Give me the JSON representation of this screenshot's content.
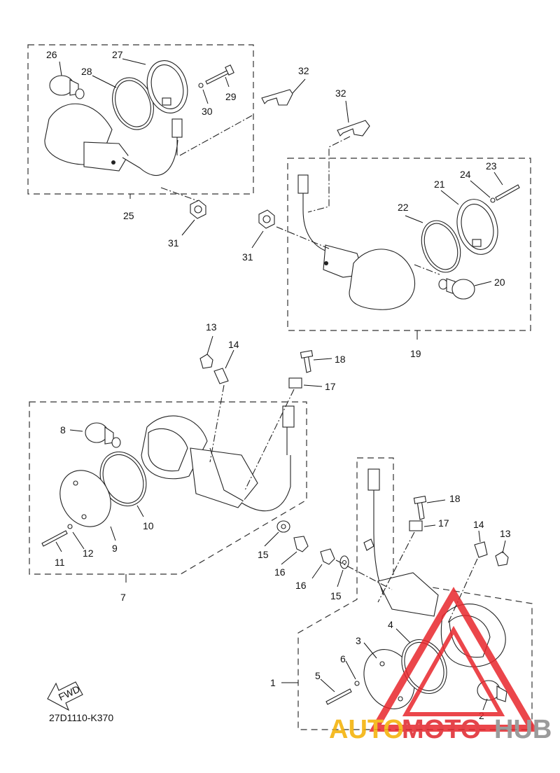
{
  "diagram": {
    "code": "27D1110-K370",
    "fwd": "FWD",
    "labels": {
      "p1": "1",
      "p2": "2",
      "p3": "3",
      "p4": "4",
      "p5": "5",
      "p6": "6",
      "p7": "7",
      "p8": "8",
      "p9": "9",
      "p10": "10",
      "p11": "11",
      "p12": "12",
      "p13a": "13",
      "p13b": "13",
      "p14a": "14",
      "p14b": "14",
      "p15a": "15",
      "p15b": "15",
      "p16a": "16",
      "p16b": "16",
      "p17a": "17",
      "p17b": "17",
      "p18a": "18",
      "p18b": "18",
      "p19": "19",
      "p20": "20",
      "p21": "21",
      "p22": "22",
      "p23": "23",
      "p24": "24",
      "p25": "25",
      "p26": "26",
      "p27": "27",
      "p28": "28",
      "p29": "29",
      "p30": "30",
      "p31a": "31",
      "p31b": "31",
      "p32a": "32",
      "p32b": "32"
    }
  },
  "watermark": {
    "auto": "AUTO",
    "moto": "MOTO",
    "hub": "HUB",
    "colors": {
      "auto": "#f4b000",
      "moto": "#e0242b",
      "hub": "#8a8a8a",
      "triangle": "#e8262c"
    }
  }
}
